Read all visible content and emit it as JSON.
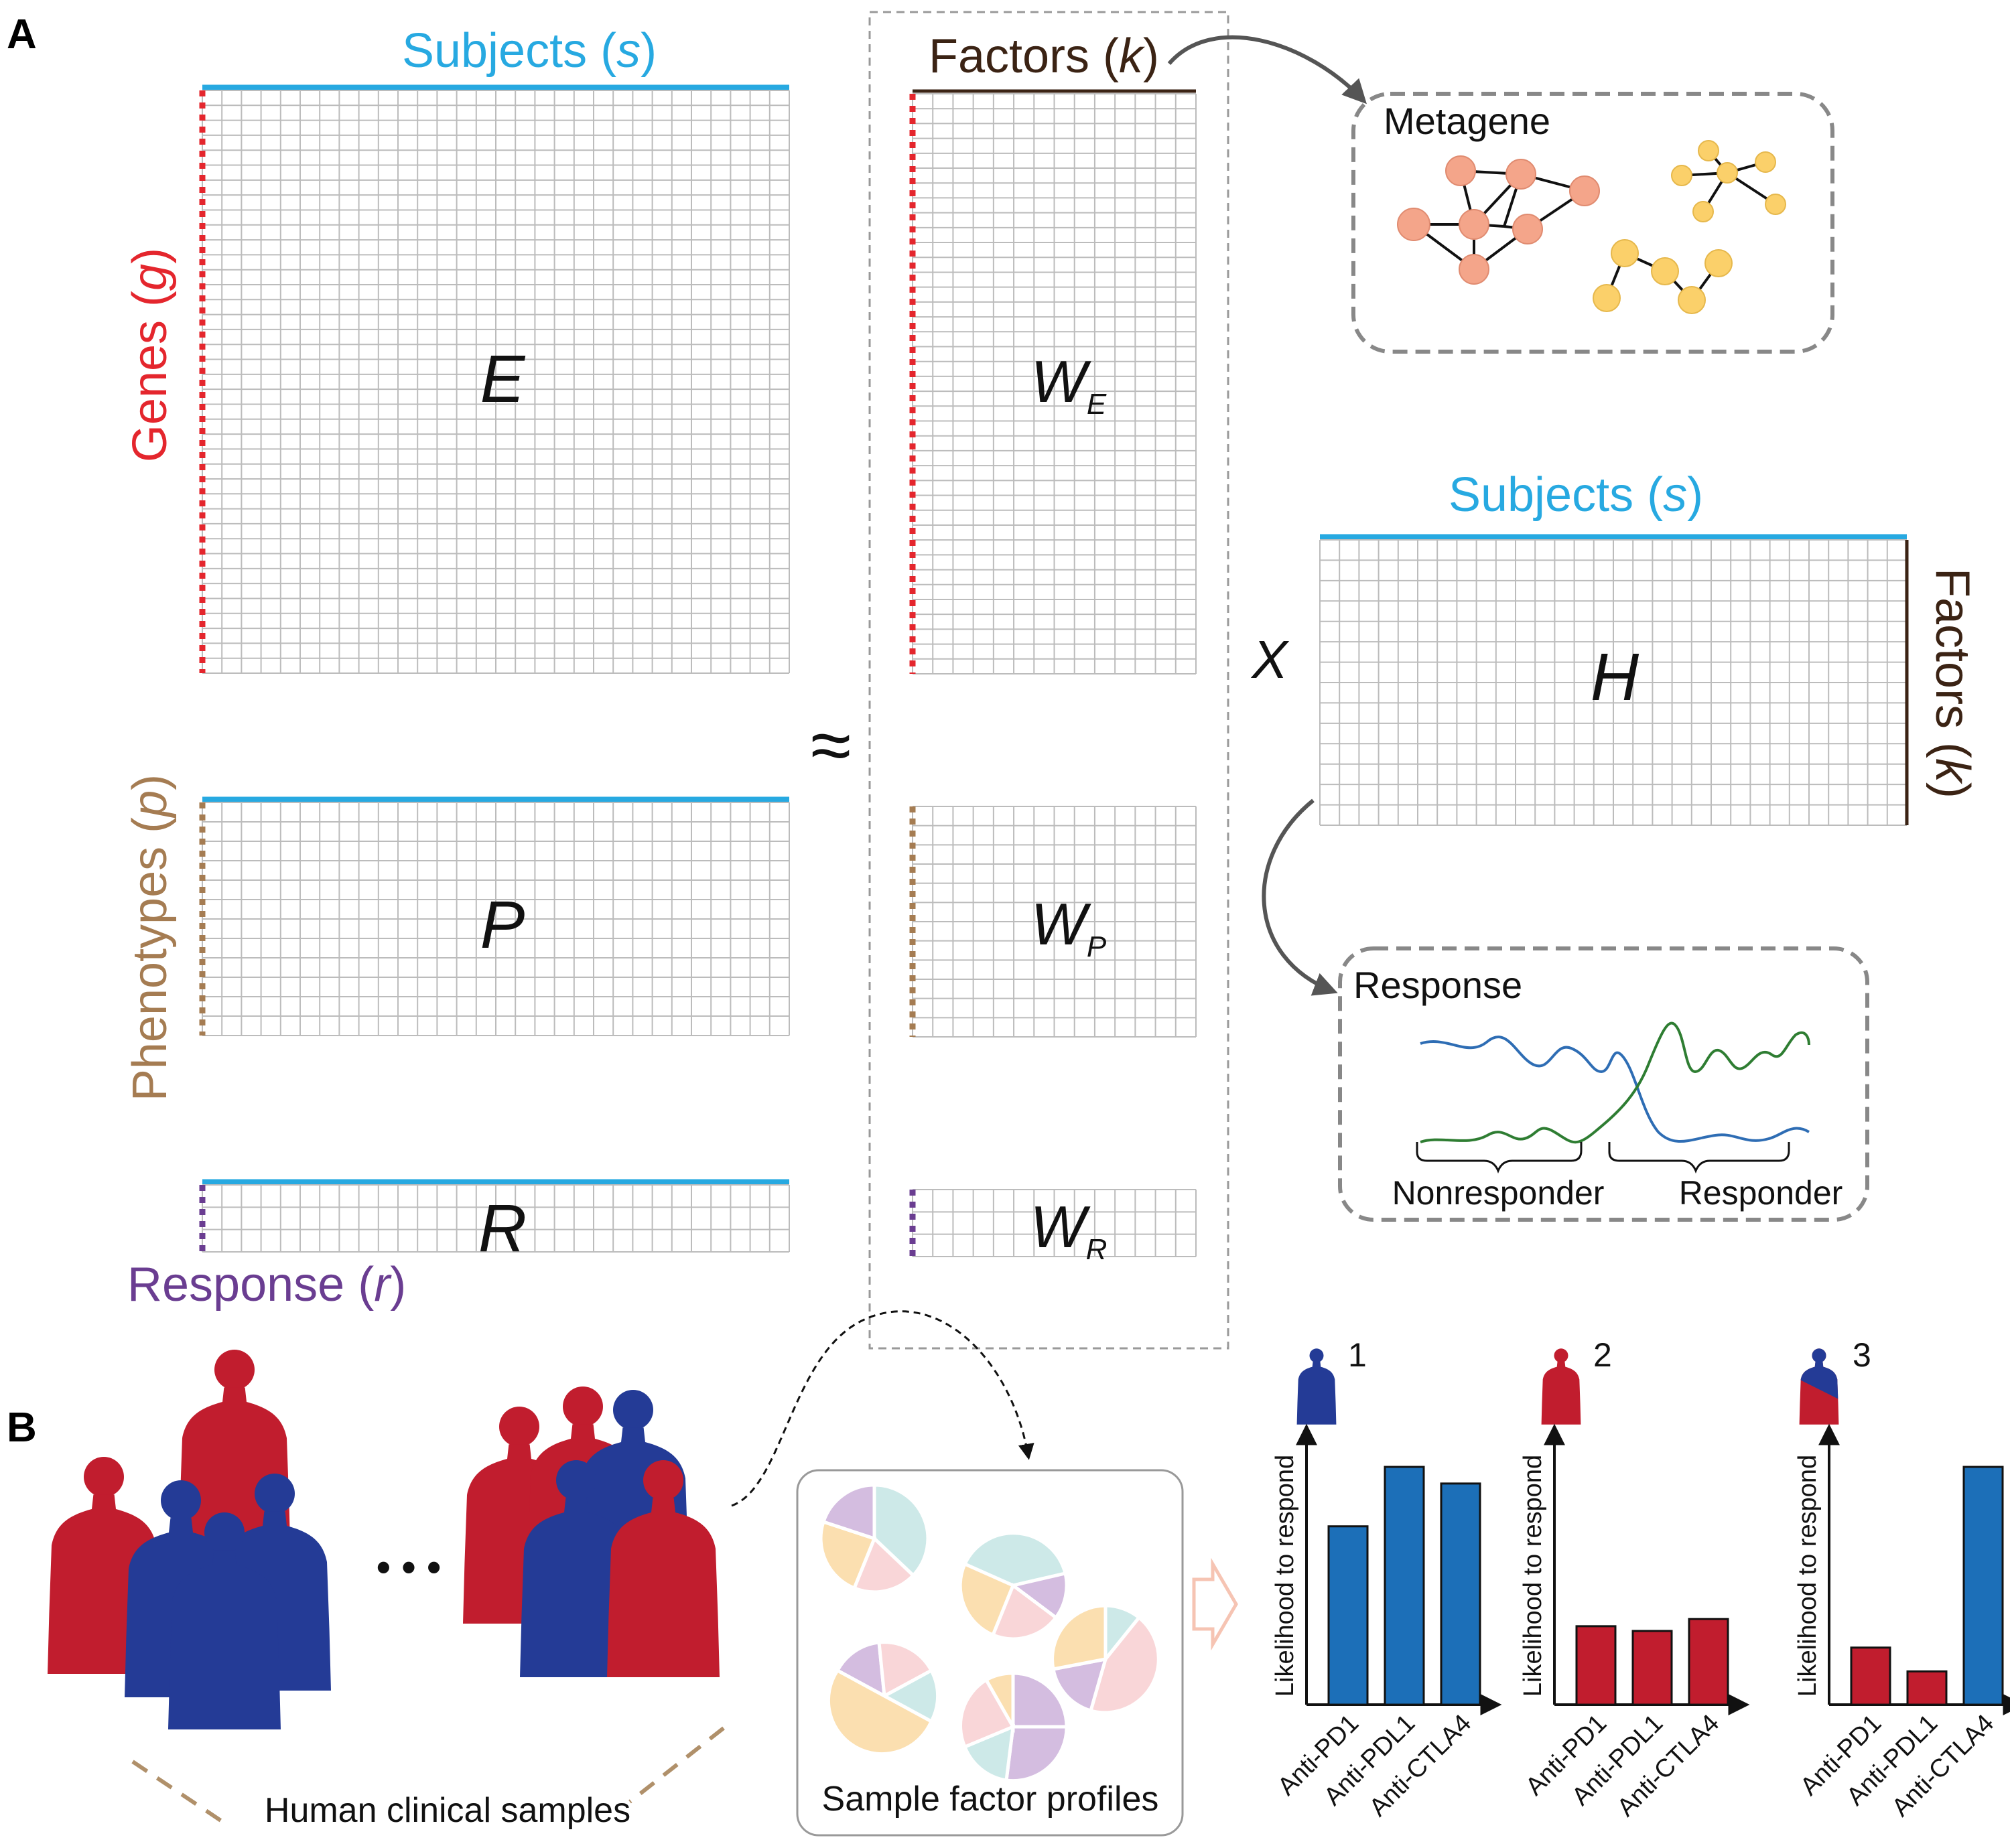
{
  "panels": {
    "a": "A",
    "b": "B"
  },
  "matrices": {
    "E": "E",
    "P": "P",
    "R": "R",
    "WE": {
      "main": "W",
      "sub": "E"
    },
    "WP": {
      "main": "W",
      "sub": "P"
    },
    "WR": {
      "main": "W",
      "sub": "R"
    },
    "H": "H"
  },
  "axes": {
    "subjects_top": {
      "text": "Subjects (",
      "var": "s",
      "close": ")"
    },
    "subjects_h": {
      "text": "Subjects (",
      "var": "s",
      "close": ")"
    },
    "factors_top": {
      "text": "Factors (",
      "var": "k",
      "close": ")"
    },
    "factors_side": {
      "text": "Factors (",
      "var": "k",
      "close": ")"
    },
    "genes": {
      "text": "Genes (",
      "var": "g",
      "close": ")"
    },
    "phenotypes": {
      "text": "Phenotypes (",
      "var": "p",
      "close": ")"
    },
    "response": {
      "text": "Response (",
      "var": "r",
      "close": ")"
    }
  },
  "operators": {
    "approx": "≈",
    "times": "X"
  },
  "metagene_box": {
    "title": "Metagene"
  },
  "response_box": {
    "title": "Response",
    "nonresponder": "Nonresponder",
    "responder": "Responder"
  },
  "panel_b": {
    "ellipsis": "• • •",
    "samples_label": "Human clinical samples",
    "profiles_label": "Sample factor profiles",
    "patients": [
      {
        "number": "1",
        "ylabel": "Likelihood to respond",
        "treatments": [
          "Anti-PD1",
          "Anti-PDL1",
          "Anti-CTLA4"
        ],
        "values": [
          0.75,
          1.0,
          0.93
        ],
        "colors": [
          "#1c6fb8",
          "#1c6fb8",
          "#1c6fb8"
        ]
      },
      {
        "number": "2",
        "ylabel": "Likelihood to respond",
        "treatments": [
          "Anti-PD1",
          "Anti-PDL1",
          "Anti-CTLA4"
        ],
        "values": [
          0.33,
          0.31,
          0.36
        ],
        "colors": [
          "#c11d2e",
          "#c11d2e",
          "#c11d2e"
        ]
      },
      {
        "number": "3",
        "ylabel": "Likelihood to respond",
        "treatments": [
          "Anti-PD1",
          "Anti-PDL1",
          "Anti-CTLA4"
        ],
        "values": [
          0.24,
          0.14,
          1.0
        ],
        "colors": [
          "#c11d2e",
          "#c11d2e",
          "#1c6fb8"
        ]
      }
    ]
  },
  "colors": {
    "subjects": "#27a9e1",
    "genes": "#e4262d",
    "phenotypes": "#a57c52",
    "response": "#6a3d91",
    "factors": "#3b2314",
    "grid": "#bcbcbc",
    "nonresponder_line": "#2e6db4",
    "responder_line": "#2e7d32",
    "node_orange": "#f4a58a",
    "node_yellow": "#fbd06a",
    "person_red": "#c11d2e",
    "person_blue": "#243b96"
  }
}
